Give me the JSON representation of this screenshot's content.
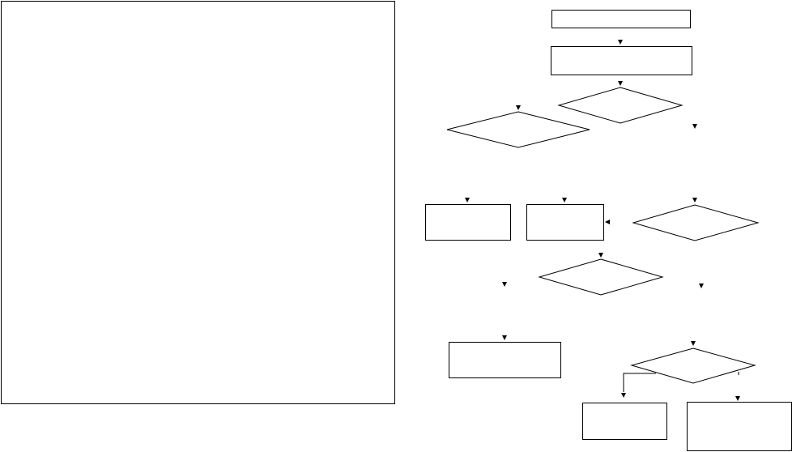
{
  "panel": {
    "border_color": "#000000"
  },
  "flowchart": {
    "stroke_color": "#000000",
    "fill_color": "#ffffff",
    "nodes": [
      {
        "id": "box-1",
        "shape": "rectangle",
        "label": ""
      },
      {
        "id": "box-2",
        "shape": "rectangle",
        "label": ""
      },
      {
        "id": "decision-1",
        "shape": "diamond",
        "label": ""
      },
      {
        "id": "decision-2",
        "shape": "diamond",
        "label": ""
      },
      {
        "id": "box-3",
        "shape": "rectangle",
        "label": ""
      },
      {
        "id": "box-4",
        "shape": "rectangle",
        "label": ""
      },
      {
        "id": "decision-3",
        "shape": "diamond",
        "label": ""
      },
      {
        "id": "decision-4",
        "shape": "diamond",
        "label": ""
      },
      {
        "id": "box-5",
        "shape": "rectangle",
        "label": ""
      },
      {
        "id": "decision-5",
        "shape": "diamond",
        "label": ""
      },
      {
        "id": "box-6",
        "shape": "rectangle",
        "label": ""
      },
      {
        "id": "box-7",
        "shape": "rectangle",
        "label": ""
      }
    ]
  }
}
